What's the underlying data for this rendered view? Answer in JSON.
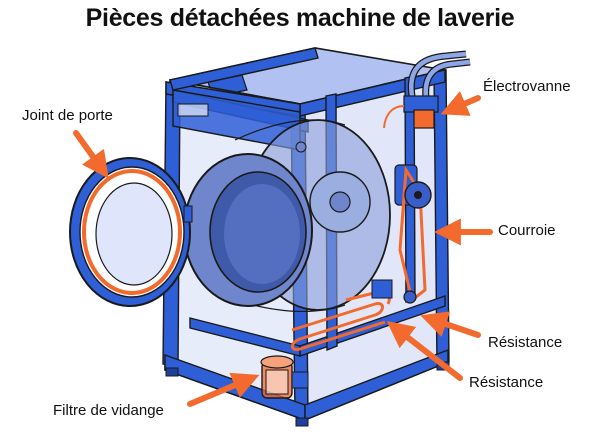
{
  "title": "Pièces détachées machine de laverie",
  "labels": {
    "joint": "Joint de porte",
    "electrovanne": "Électrovanne",
    "courroie": "Courroie",
    "resistance_1": "Résistance",
    "resistance_2": "Résistance",
    "filtre": "Filtre de vidange"
  },
  "colors": {
    "frame": "#2f5fd6",
    "frame_dark": "#1f3f9e",
    "drum": "#8a9fd8",
    "accent": "#f26a2e",
    "outline": "#1a1a1a"
  }
}
